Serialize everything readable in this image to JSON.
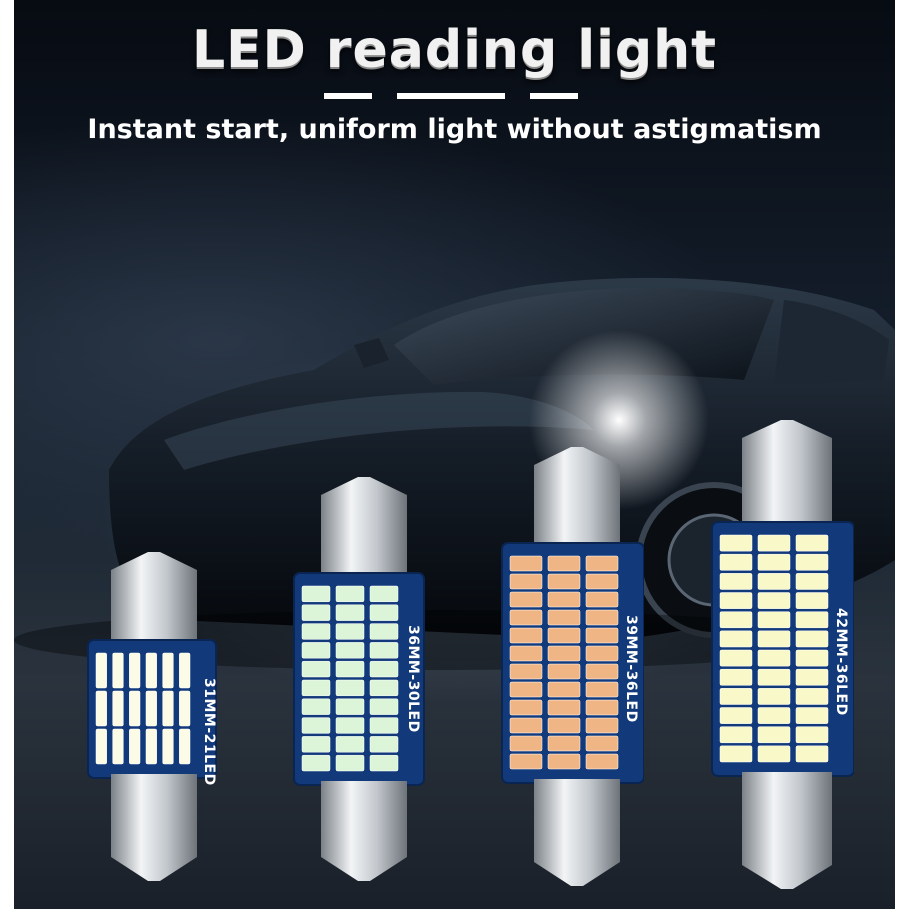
{
  "title": "LED reading light",
  "subtitle": "Instant start, uniform light without astigmatism",
  "bulbs": [
    {
      "label": "31MM-21LED",
      "led_color": "#fbfbe6"
    },
    {
      "label": "36MM-30LED",
      "led_color": "#dcf5d9"
    },
    {
      "label": "39MM-36LED",
      "led_color": "#f0b585"
    },
    {
      "label": "42MM-36LED",
      "led_color": "#f8f8c8"
    }
  ],
  "colors": {
    "background_dark": "#111a26",
    "pcb_blue": "#123a7a",
    "metal": "#c8ccd0"
  }
}
